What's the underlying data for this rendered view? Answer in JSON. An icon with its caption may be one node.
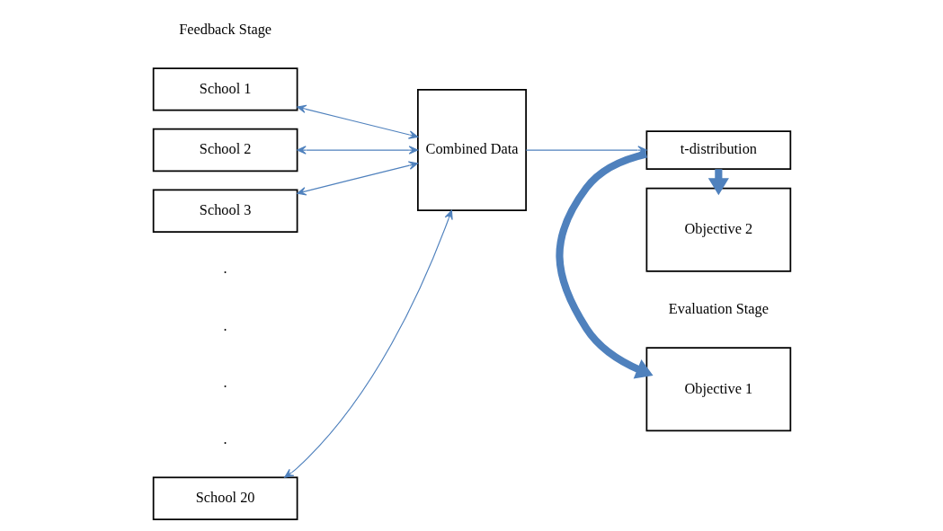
{
  "diagram": {
    "nodes": [
      {
        "text": [
          "School 1"
        ]
      },
      {
        "text": [
          "School 2"
        ]
      },
      {
        "text": [
          "School 3"
        ]
      },
      {
        "text": [
          "School 20"
        ]
      },
      {
        "text": [
          "Combined Data"
        ]
      },
      {
        "text": [
          "t-distribution"
        ]
      },
      {
        "text": [
          "Objective 1"
        ]
      },
      {
        "text": [
          "Objective 2"
        ]
      }
    ],
    "edges": [
      {
        "from": 0,
        "to": 4,
        "arrow": "both"
      },
      {
        "from": 1,
        "to": 4,
        "arrow": "both"
      },
      {
        "from": 2,
        "to": 4,
        "arrow": "both"
      },
      {
        "from": 3,
        "to": 4,
        "arrow": "both"
      },
      {
        "from": 4,
        "to": 5,
        "arrow": "to"
      },
      {
        "from": 5,
        "to": 6,
        "arrow": "to",
        "style": "thick",
        "color": "#4f81bd"
      },
      {
        "from": 5,
        "to": 7,
        "arrow": "to",
        "style": "thick",
        "color": "#4f81bd"
      }
    ],
    "labels": [
      "Feedback Stage",
      "Evaluation Stage",
      ".",
      ".",
      ".",
      "."
    ]
  }
}
